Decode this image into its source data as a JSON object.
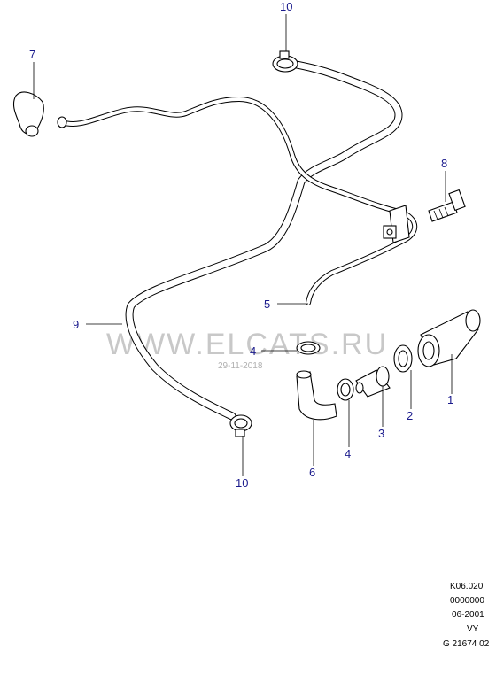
{
  "callouts": [
    {
      "id": "c10a",
      "label": "10"
    },
    {
      "id": "c7",
      "label": "7"
    },
    {
      "id": "c8",
      "label": "8"
    },
    {
      "id": "c5",
      "label": "5"
    },
    {
      "id": "c9",
      "label": "9"
    },
    {
      "id": "c4a",
      "label": "4"
    },
    {
      "id": "c1",
      "label": "1"
    },
    {
      "id": "c2",
      "label": "2"
    },
    {
      "id": "c3",
      "label": "3"
    },
    {
      "id": "c4b",
      "label": "4"
    },
    {
      "id": "c6",
      "label": "6"
    },
    {
      "id": "c10b",
      "label": "10"
    }
  ],
  "watermark": "WWW.ELCATS.RU",
  "datemark": "29-11-2018",
  "reference": {
    "line1": "K06.020",
    "line2": "0000000",
    "line3": "06-2001",
    "line4": "VY",
    "line5": "G 21674 02"
  }
}
